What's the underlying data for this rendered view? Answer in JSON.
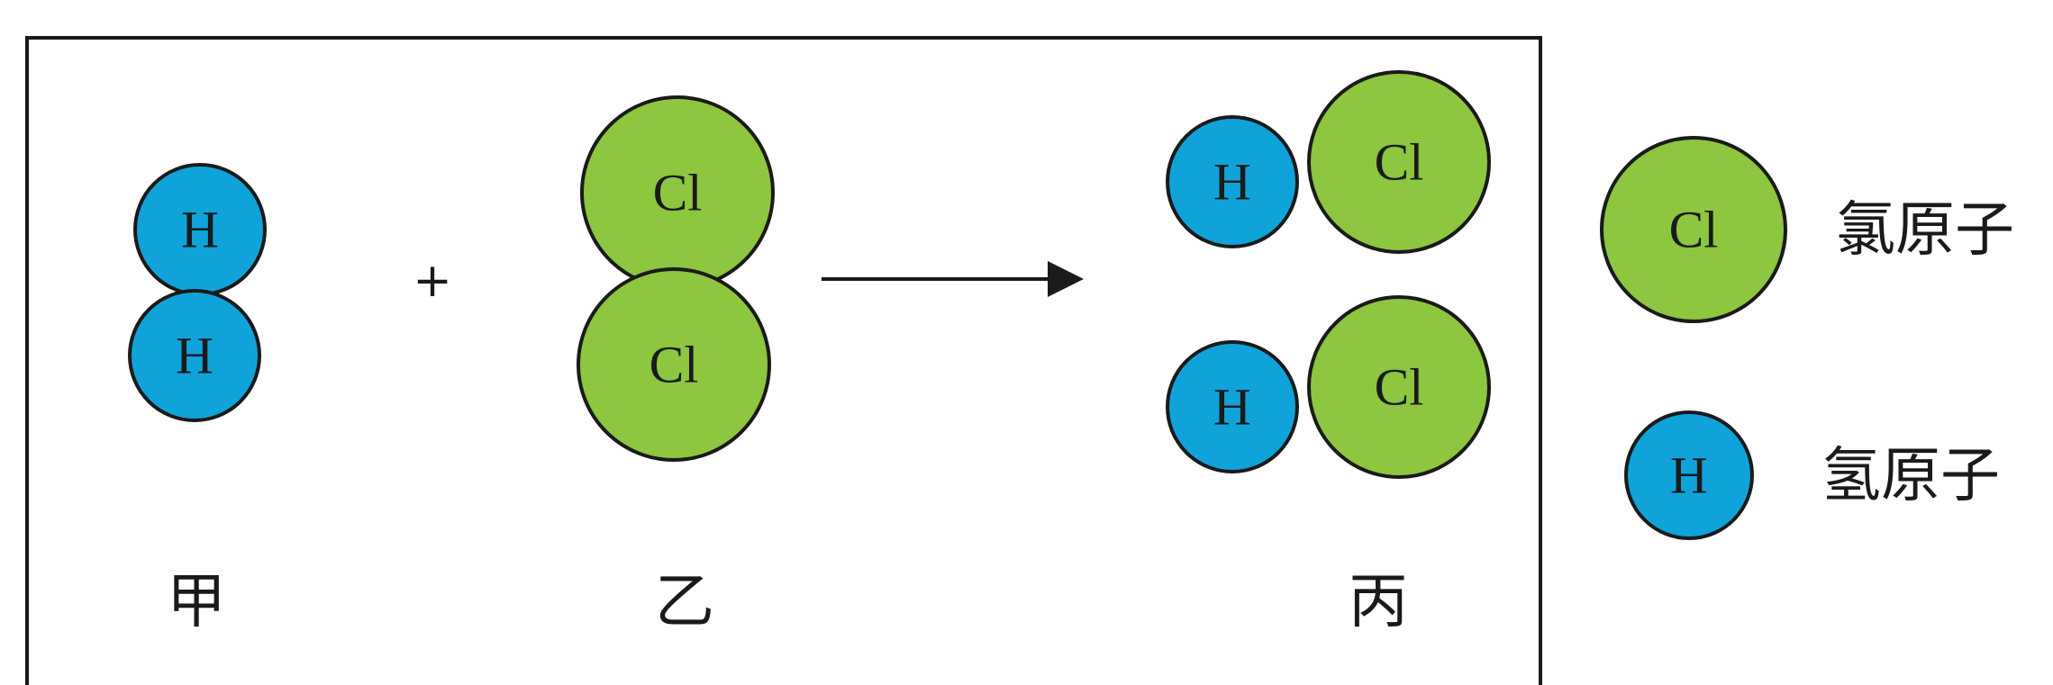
{
  "colors": {
    "chlorine": "#8dc63f",
    "hydrogen": "#0fa3da",
    "stroke": "#1a1a1a"
  },
  "atoms": {
    "h": "H",
    "cl": "Cl"
  },
  "operator": "+",
  "labels": {
    "a": "甲",
    "b": "乙",
    "c": "丙"
  },
  "legend": {
    "chlorine_label": "氯原子",
    "hydrogen_label": "氢原子"
  }
}
